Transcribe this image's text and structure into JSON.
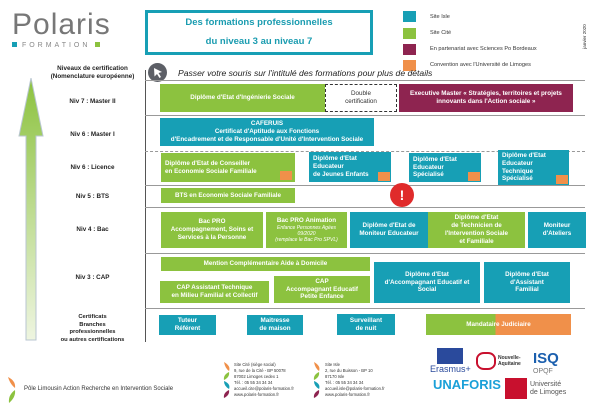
{
  "logo": {
    "name": "Polaris",
    "sub": "FORMATION"
  },
  "title": {
    "line1": "Des formations professionnelles",
    "line2": "du niveau 3 au niveau  7"
  },
  "legend": [
    {
      "label": "Site Isle",
      "color": "#179fb5"
    },
    {
      "label": "Site Cité",
      "color": "#8cc23f"
    },
    {
      "label": "En partenariat avec Sciences Po Bordeaux",
      "color": "#8e2450"
    },
    {
      "label": "Convention avec l'Université de Limoges",
      "color": "#f0904a"
    }
  ],
  "date": "janvier 2020",
  "header": {
    "levels_title": "Niveaux de certification\n(Nomenclature européenne)",
    "hint": "Passer votre souris sur l'intitulé des formations pour plus de détails"
  },
  "levels": [
    "Niv 7 : Master II",
    "Niv 6 : Master I",
    "Niv 6 : Licence",
    "Niv 5 : BTS",
    "Niv 4 : Bac",
    "Niv 3 : CAP",
    "Certificats\nBranches\nprofessionnelles\nou autres certifications"
  ],
  "formations": {
    "deis": "Diplôme d'Etat d'Ingénierie Sociale",
    "double": "Double\ncertification",
    "exec": "Executive Master « Stratégies, territoires et projets\ninnovants dans l'Action sociale »",
    "caferuis": "CAFERUIS\nCertificat d'Aptitude aux Fonctions\nd'Encadrement et de Responsable d'Unité d'Intervention Sociale",
    "decesf": "Diplôme d'Etat de Conseiller\nen Economie Sociale Familiale",
    "deeje": "Diplôme d'Etat\nEducateur\n   de Jeunes Enfants",
    "dees": "Diplôme d'Etat\nEducateur\nSpécialisé",
    "dets": "Diplôme d'Etat\nEducateur\nTechnique\nSpécialisé",
    "bts": "BTS en Economie Sociale Familiale",
    "bacassp": "Bac PRO\nAccompagnement, Soins et\nServices à la Personne",
    "bacanim": "Bac PRO Animation",
    "bacanim_sub": "Enfance Personnes Agées\n09/2020\n(remplace le Bac Pro SPVL)",
    "deme": "Diplôme d'Etat de\nMoniteur Educateur",
    "detisf": "Diplôme d'Etat\nde Technicien de\nl'Intervention Sociale\net Familiale",
    "ma": "Moniteur\nd'Ateliers",
    "mcad": "Mention Complémentaire Aide à Domicile",
    "capatmfc": "CAP Assistant Technique\nen Milieu Familial et Collectif",
    "capaepe": "CAP\nAccompagnant Educatif\nPetite Enfance",
    "deaes": "Diplôme d'Etat\nd'Accompagnant Educatif et\nSocial",
    "deaf": "Diplôme d'Etat\nd'Assistant\nFamilial",
    "tuteur": "Tuteur\nRéférent",
    "maitresse": "Maitresse\nde maison",
    "surveillant": "Surveillant\nde nuit",
    "mandataire1": "Mandataire ",
    "mandataire2": "Judiciaire"
  },
  "alert": "!",
  "footer": {
    "plaris": "Pôle Limousin Action Recherche en Intervention Sociale",
    "site_cite": "Site Cité (siège social)\n9, rue de la Cité - BP 50078\n87002 Limoges cedex 1\nTél. : 05 55 34 34 34\naccueil.cite@polaris-formation.fr\nwww.polaris-formation.fr",
    "site_isle": "Site Isle\n2, rue du Buisson - BP 10\n87170 Isle\nTél. : 05 55 34 34 34\naccueil.isle@polaris-formation.fr\nwww.polaris-formation.fr",
    "partners": [
      "Erasmus+",
      "Nouvelle-Aquitaine",
      "ISQ",
      "OPQF",
      "UNAFORIS",
      "Université\nde Limoges"
    ]
  }
}
